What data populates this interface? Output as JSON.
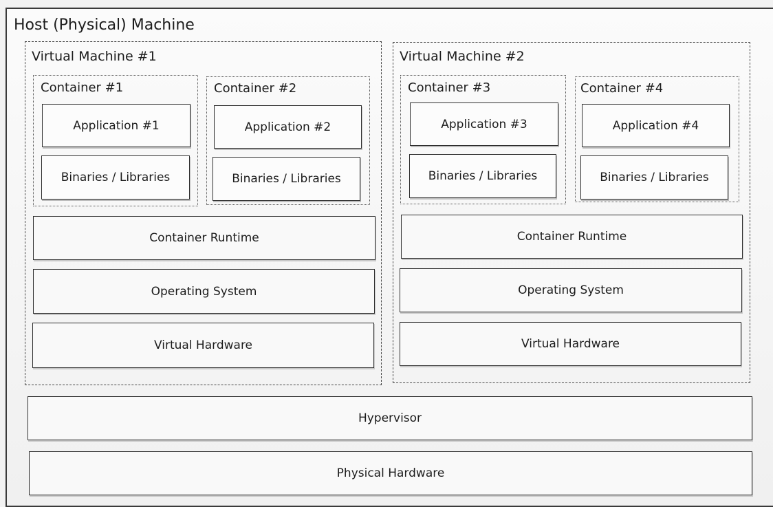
{
  "host": {
    "title": "Host (Physical) Machine"
  },
  "vms": [
    {
      "title": "Virtual Machine #1",
      "containers": [
        {
          "title": "Container #1",
          "app": "Application #1",
          "libs": "Binaries / Libraries"
        },
        {
          "title": "Container #2",
          "app": "Application #2",
          "libs": "Binaries / Libraries"
        }
      ],
      "runtime": "Container Runtime",
      "os": "Operating System",
      "vhw": "Virtual Hardware"
    },
    {
      "title": "Virtual Machine #2",
      "containers": [
        {
          "title": "Container #3",
          "app": "Application #3",
          "libs": "Binaries / Libraries"
        },
        {
          "title": "Container #4",
          "app": "Application #4",
          "libs": "Binaries / Libraries"
        }
      ],
      "runtime": "Container Runtime",
      "os": "Operating System",
      "vhw": "Virtual Hardware"
    }
  ],
  "hypervisor": "Hypervisor",
  "physical_hardware": "Physical Hardware"
}
